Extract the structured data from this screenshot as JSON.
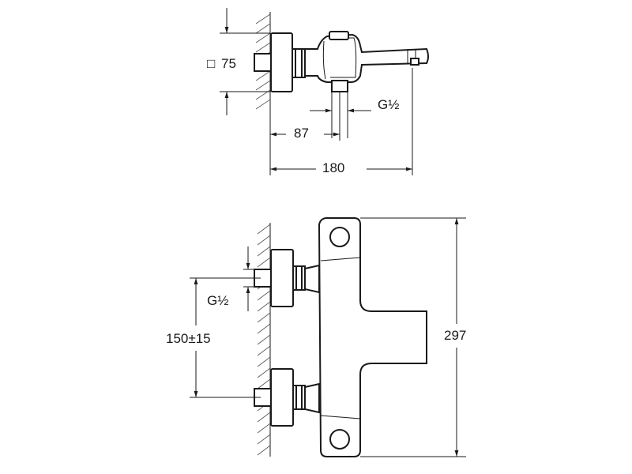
{
  "top_view": {
    "square_size": "75",
    "square_symbol": "□",
    "inlet_to_outlet": "87",
    "thread_outlet": "G½",
    "overall_depth": "180"
  },
  "front_view": {
    "thread_inlet": "G½",
    "inlet_spacing": "150±15",
    "overall_height": "297"
  }
}
